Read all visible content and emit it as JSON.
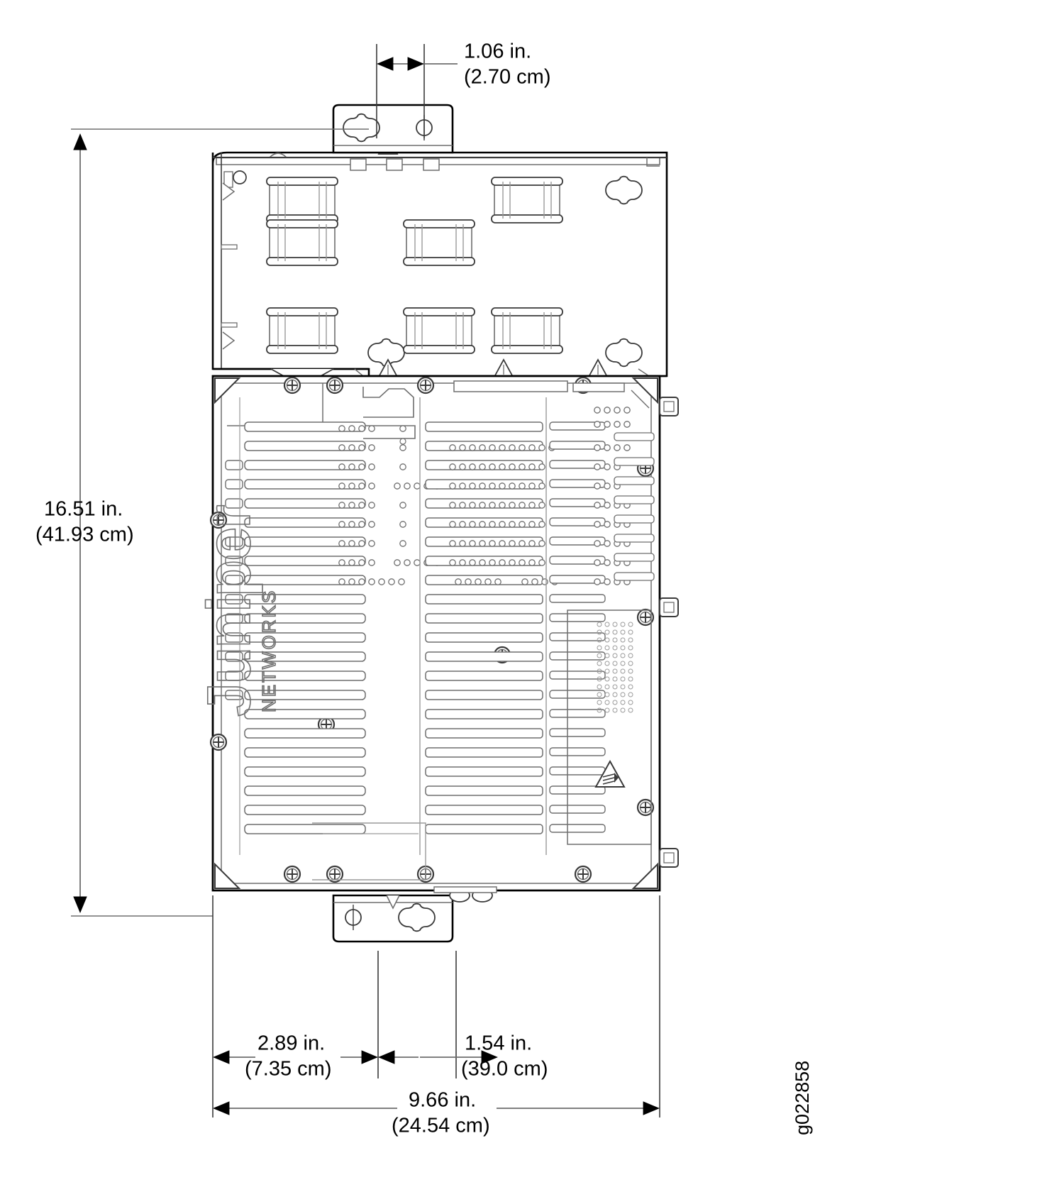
{
  "figure": {
    "id_label": "g022858",
    "subject": "Juniper Networks chassis mechanical drawing",
    "brand": {
      "wordmark": "Juniper",
      "sub_wordmark": "NETWORKS"
    },
    "colors": {
      "line": "#000000",
      "detail_line": "#6e6e6e",
      "light_line": "#9a9a9a",
      "background": "#ffffff",
      "fill": "#ffffff"
    }
  },
  "dimensions": {
    "top_hole_spacing": {
      "name": "top-hole-spacing",
      "inches": "1.06 in.",
      "centimeters": "(2.70 cm)"
    },
    "overall_height": {
      "name": "overall-height",
      "inches": "16.51 in.",
      "centimeters": "(41.93 cm)"
    },
    "bottom_left_offset": {
      "name": "bottom-left-offset",
      "inches": "2.89 in.",
      "centimeters": "(7.35 cm)"
    },
    "bottom_right_offset": {
      "name": "bottom-right-offset",
      "inches": "1.54 in.",
      "centimeters": "(39.0 cm)"
    },
    "overall_width": {
      "name": "overall-width",
      "inches": "9.66 in.",
      "centimeters": "(24.54 cm)"
    }
  }
}
